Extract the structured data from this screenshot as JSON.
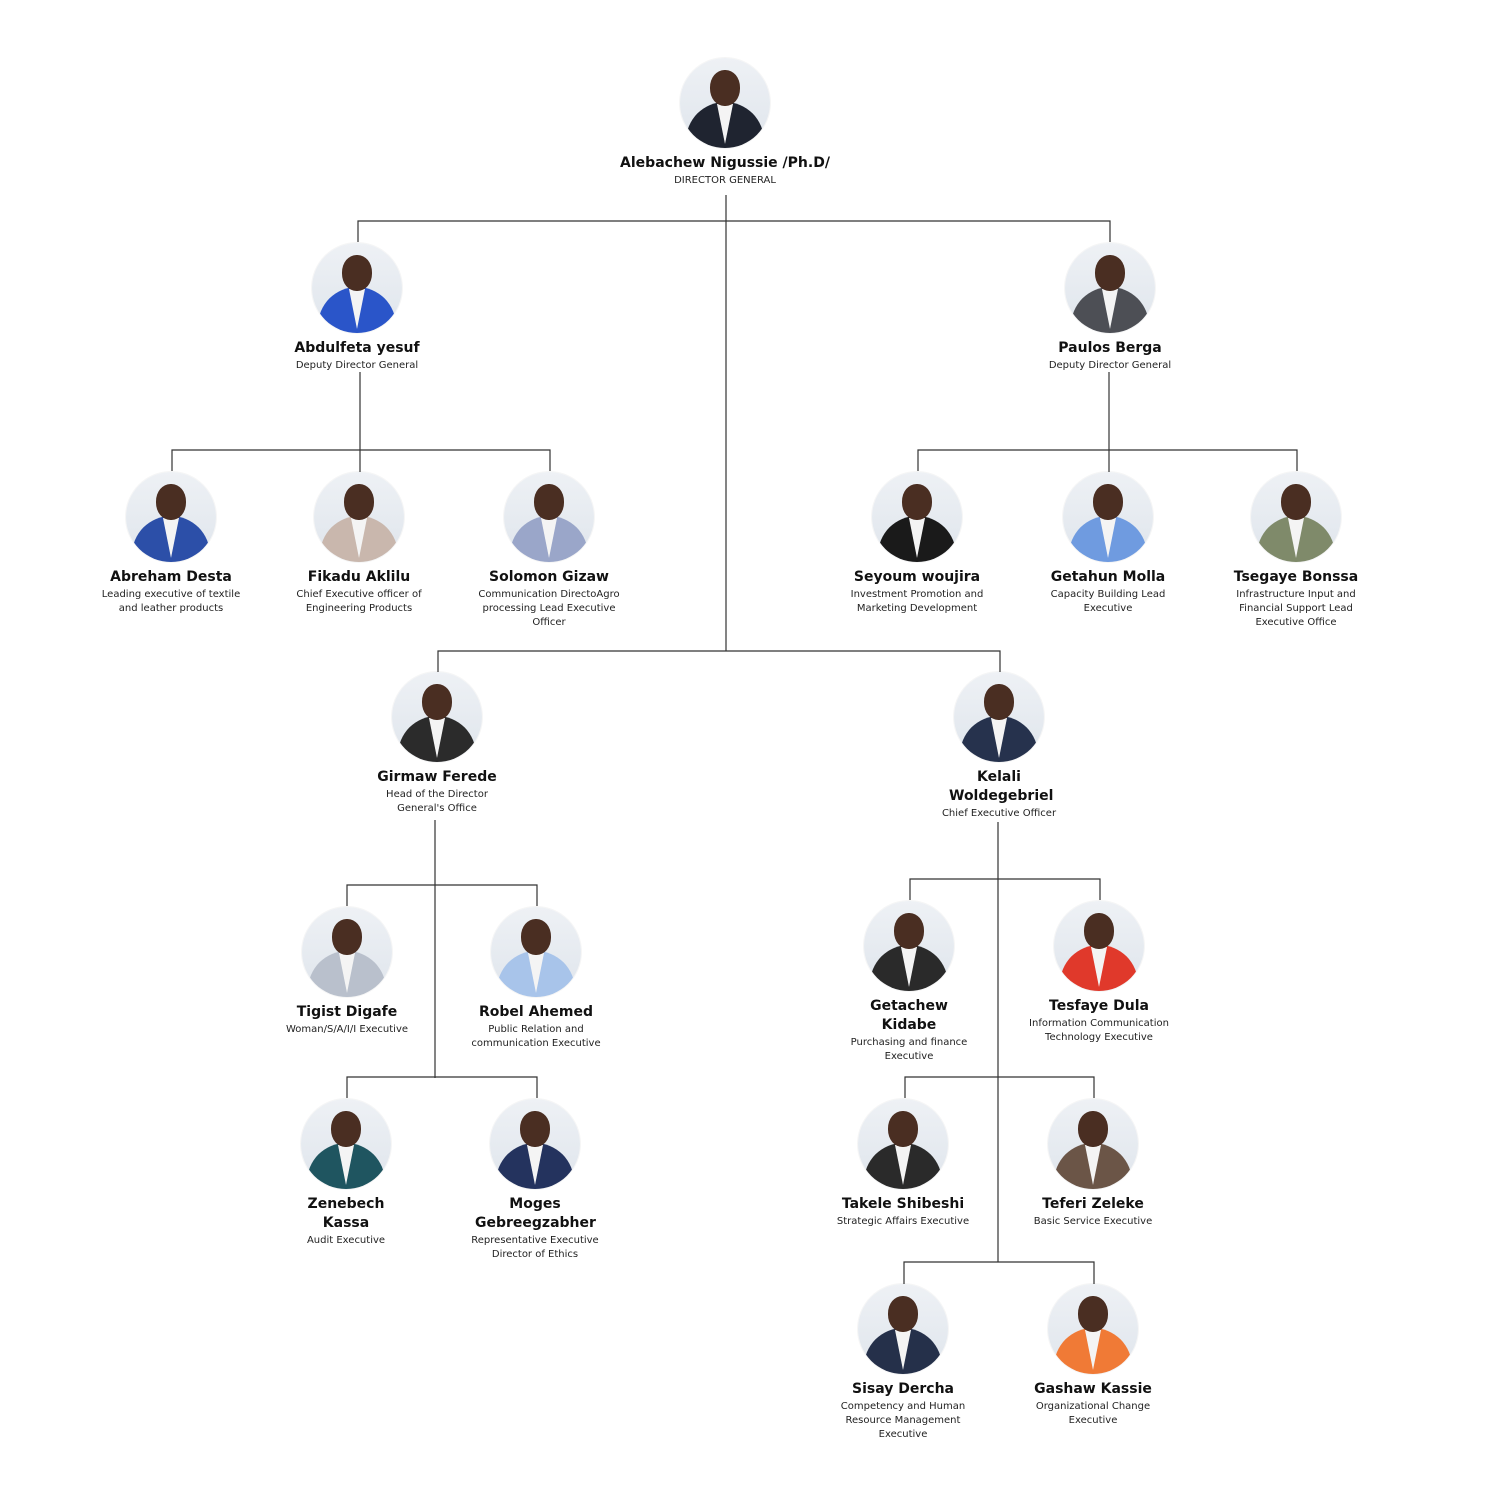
{
  "people": {
    "director": {
      "name": "Alebachew Nigussie /Ph.D/",
      "title": "DIRECTOR GENERAL",
      "suit": "#1f2430"
    },
    "deputy1": {
      "name": "Abdulfeta yesuf",
      "title": "Deputy Director General",
      "suit": "#2a55c9"
    },
    "deputy2": {
      "name": "Paulos Berga",
      "title": "Deputy Director General",
      "suit": "#4d4f55"
    },
    "p1": {
      "name": "Abreham Desta",
      "title": "Leading executive of textile and leather products",
      "suit": "#2c4fa8"
    },
    "p2": {
      "name": "Fikadu Aklilu",
      "title": "Chief Executive officer of Engineering Products",
      "suit": "#c9b7ad"
    },
    "p3": {
      "name": "Solomon Gizaw",
      "title": "Communication DirectoAgro processing Lead Executive Officer",
      "suit": "#9aa6c9"
    },
    "p4": {
      "name": "Seyoum woujira",
      "title": "Investment Promotion and Marketing Development",
      "suit": "#1a1a1a"
    },
    "p5": {
      "name": "Getahun Molla",
      "title": "Capacity Building Lead Executive",
      "suit": "#6f9be0"
    },
    "p6": {
      "name": "Tsegaye Bonssa",
      "title": "Infrastructure Input and Financial Support Lead Executive Office",
      "suit": "#7f8a6a"
    },
    "girmaw": {
      "name": "Girmaw Ferede",
      "title": "Head of the Director General's Office",
      "suit": "#2b2b2b"
    },
    "kelali": {
      "name": "Kelali Woldegebriel",
      "title": "Chief Executive Officer",
      "suit": "#26324d"
    },
    "p7": {
      "name": "Tigist Digafe",
      "title": "Woman/S/A/I/I Executive",
      "suit": "#b9c0cc"
    },
    "p8": {
      "name": "Robel Ahemed",
      "title": "Public Relation and communication Executive",
      "suit": "#a8c4ea"
    },
    "p9": {
      "name": "Zenebech Kassa",
      "title": "Audit Executive",
      "suit": "#1f5560"
    },
    "p10": {
      "name": "Moges Gebreegzabher",
      "title": "Representative Executive Director of Ethics",
      "suit": "#24335e"
    },
    "p11": {
      "name": "Getachew Kidabe",
      "title": "Purchasing and finance Executive",
      "suit": "#2a2a2a"
    },
    "p12": {
      "name": "Tesfaye Dula",
      "title": "Information Communication Technology Executive",
      "suit": "#e0392b"
    },
    "p13": {
      "name": "Takele Shibeshi",
      "title": "Strategic Affairs Executive",
      "suit": "#2a2a2a"
    },
    "p14": {
      "name": "Teferi Zeleke",
      "title": "Basic Service Executive",
      "suit": "#6b5547"
    },
    "p15": {
      "name": "Sisay Dercha",
      "title": "Competency and Human Resource Management Executive",
      "suit": "#25304a"
    },
    "p16": {
      "name": "Gashaw Kassie",
      "title": "Organizational Change Executive",
      "suit": "#f07a36"
    }
  }
}
